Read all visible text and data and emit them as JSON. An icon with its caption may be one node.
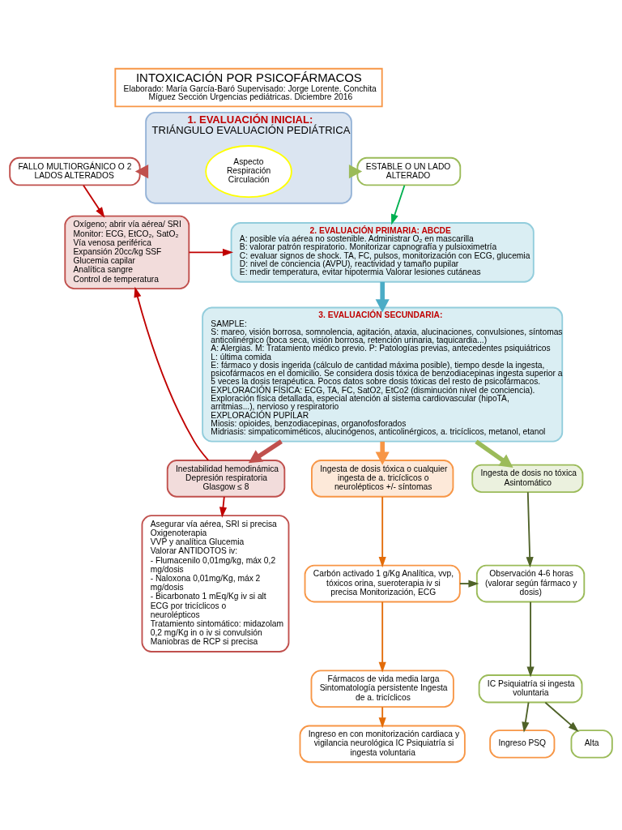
{
  "diagram": {
    "nodes": [
      {
        "text": [
          "INTOXICACIÓN POR PSICOFÁRMACOS",
          "Elaborado: María García-Baró Supervisado: Jorge Lorente. Conchita Míguez Sección Urgencias pediátricas. Diciembre 2016"
        ]
      },
      {
        "text": [
          "FALLO MULTIORGÁNICO O 2 LADOS ALTERADOS"
        ]
      },
      {
        "text": [
          "1. EVALUACIÓN INICIAL:",
          "TRIÁNGULO EVALUACIÓN PEDIÁTRICA"
        ]
      },
      {
        "text": [
          "Aspecto",
          "Respiración",
          "Circulación"
        ],
        "in": 2
      },
      {
        "text": [
          "ESTABLE O UN LADO ALTERADO"
        ]
      },
      {
        "text": [
          "Oxígeno; abrir vía aérea/ SRI",
          "Monitor: ECG, EtCO₂, SatO₂",
          "Vía venosa periférica",
          "Expansión 20cc/kg SSF",
          "Glucemia capilar",
          "Analítica sangre",
          "Control de temperatura"
        ]
      },
      {
        "text": [
          "2. EVALUACIÓN PRIMARIA: ABCDE",
          "A: posible vía aérea no sostenible. Administrar O₂ en mascarilla",
          "B: valorar patrón respiratorio. Monitorizar capnografía y pulsioximetría",
          "C: evaluar signos de shock. TA, FC, pulsos, monitorización con ECG, glucemia",
          "D: nivel de conciencia (AVPU), reactividad y tamaño pupilar",
          "E: medir temperatura, evitar hipotermia Valorar lesiones cutáneas"
        ]
      },
      {
        "text": [
          "3. EVALUACIÓN SECUNDARIA:",
          "SAMPLE:",
          "S: mareo, visión borrosa, somnolencia, agitación, ataxia, alucinaciones, convulsiones, síntomas anticolinérgico (boca seca, visión borrosa, retención urinaria, taquicardia...)",
          "A: Alergias. M: Tratamiento médico previo. P: Patologías previas, antecedentes psiquiátricos",
          "L: última comida",
          "E: fármaco y dosis ingerida (cálculo de cantidad máxima posible), tiempo desde la ingesta, psicofármacos en el domicilio. Se considera dosis tóxica de benzodiacepinas ingesta superior a 5 veces la dosis terapéutica. Pocos datos sobre dosis tóxicas del resto de psicofármacos.",
          "EXPLORACIÓN FÍSICA: ECG, TA, FC, SatO2, EtCo2 (disminución nivel de conciencia).",
          "Exploración física detallada, especial atención al sistema cardiovascular (hipoTA, arritmias...), nervioso y respiratorio",
          "EXPLORACIÓN PUPILAR",
          "Miosis: opioides, benzodiacepinas, organofosforados",
          "Midriasis: simpaticomiméticos, alucinógenos, anticolinérgicos, a. tricíclicos, metanol, etanol"
        ]
      },
      {
        "text": [
          "Inestabilidad hemodinámica Depresión respiratoria Glasgow ≤ 8"
        ]
      },
      {
        "text": [
          "Ingesta de dosis tóxica o cualquier ingesta de a. tricíclicos o neurolépticos +/- síntomas"
        ]
      },
      {
        "text": [
          "Ingesta de dosis no tóxica Asintomático"
        ]
      },
      {
        "text": [
          "Asegurar vía aérea, SRI si precisa Oxigenoterapia",
          "VVP y analítica Glucemia",
          "Valorar ANTIDOTOS iv:",
          "- Flumacenilo 0,01mg/kg, máx 0,2 mg/dosis",
          "- Naloxona 0,01mg/Kg, máx 2 mg/dosis",
          "- Bicarbonato 1 mEq/Kg iv si alt ECG por tricíclicos o neurolépticos",
          "Tratamiento sintomático: midazolam 0,2 mg/Kg in o iv si convulsión",
          "Maniobras de RCP si precisa"
        ]
      },
      {
        "text": [
          "Carbón activado 1 g/Kg Analítica, vvp, tóxicos orina, sueroterapia iv si precisa Monitorización, ECG"
        ]
      },
      {
        "text": [
          "Fármacos de vida media larga Sintomatología persistente Ingesta de a. tricíclicos"
        ]
      },
      {
        "text": [
          "Ingreso en con monitorización cardiaca y vigilancia neurológica IC Psiquiatría si ingesta voluntaria"
        ]
      },
      {
        "text": [
          "Observación 4-6 horas (valorar según fármaco y dosis)"
        ]
      },
      {
        "text": [
          "IC Psiquiatría si ingesta voluntaria"
        ]
      },
      {
        "text": [
          "Ingreso PSQ"
        ]
      },
      {
        "text": [
          "Alta"
        ]
      }
    ],
    "edges": [
      {
        "from": 2,
        "to": 1,
        "arrow": "to",
        "style": "thick",
        "color": "#c0504d"
      },
      {
        "from": 2,
        "to": 4,
        "arrow": "to",
        "style": "thick",
        "color": "#9bbb59"
      },
      {
        "from": 1,
        "to": 5,
        "arrow": "to",
        "color": "#c00000"
      },
      {
        "from": 4,
        "to": 6,
        "arrow": "to",
        "color": "#00b050"
      },
      {
        "from": 5,
        "to": 6,
        "arrow": "to",
        "color": "#c00000"
      },
      {
        "from": 6,
        "to": 7,
        "arrow": "to",
        "style": "thick",
        "color": "#4bacc6"
      },
      {
        "from": 7,
        "to": 8,
        "arrow": "to",
        "style": "thick",
        "color": "#c0504d"
      },
      {
        "from": 7,
        "to": 9,
        "arrow": "to",
        "style": "thick",
        "color": "#f79646"
      },
      {
        "from": 7,
        "to": 10,
        "arrow": "to",
        "style": "thick",
        "color": "#9bbb59"
      },
      {
        "from": 8,
        "to": 11,
        "arrow": "to",
        "color": "#c00000"
      },
      {
        "from": 8,
        "to": 5,
        "arrow": "to",
        "color": "#c00000"
      },
      {
        "from": 9,
        "to": 12,
        "arrow": "to",
        "color": "#e36c09"
      },
      {
        "from": 12,
        "to": 13,
        "arrow": "to",
        "color": "#e36c09"
      },
      {
        "from": 13,
        "to": 14,
        "arrow": "to",
        "color": "#e36c09"
      },
      {
        "from": 12,
        "to": 15,
        "arrow": "to",
        "color": "#4f6228"
      },
      {
        "from": 10,
        "to": 15,
        "arrow": "to",
        "color": "#4f6228"
      },
      {
        "from": 15,
        "to": 16,
        "arrow": "to",
        "color": "#4f6228"
      },
      {
        "from": 16,
        "to": 17,
        "arrow": "to",
        "color": "#4f6228"
      },
      {
        "from": 16,
        "to": 18,
        "arrow": "to",
        "color": "#4f6228"
      }
    ]
  }
}
